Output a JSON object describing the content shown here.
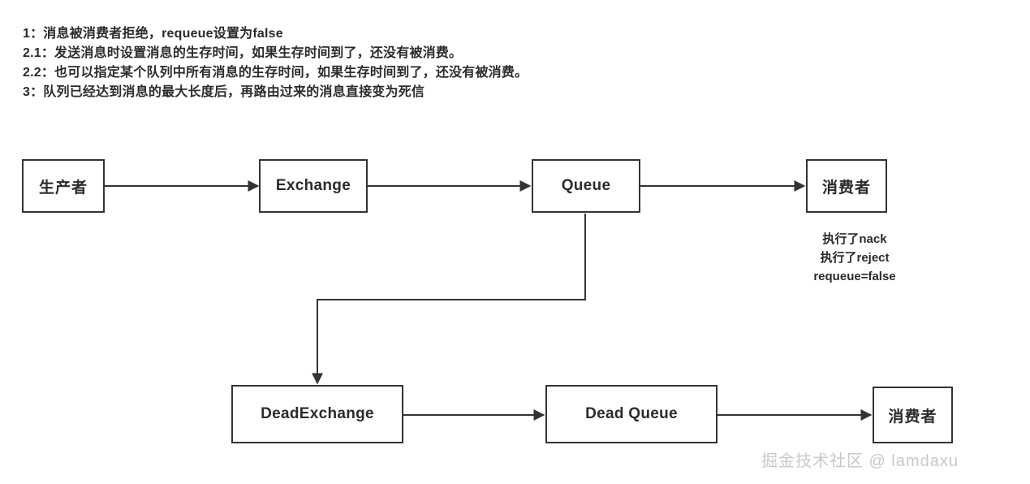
{
  "notes": {
    "lines": [
      "1：消息被消费者拒绝，requeue设置为false",
      "2.1：发送消息时设置消息的生存时间，如果生存时间到了，还没有被消费。",
      "2.2：也可以指定某个队列中所有消息的生存时间，如果生存时间到了，还没有被消费。",
      "3：队列已经达到消息的最大长度后，再路由过来的消息直接变为死信"
    ]
  },
  "diagram": {
    "nodes": {
      "producer": "生产者",
      "exchange": "Exchange",
      "queue": "Queue",
      "consumer_top": "消费者",
      "dead_exchange": "DeadExchange",
      "dead_queue": "Dead Queue",
      "consumer_bottom": "消费者"
    },
    "annotation": {
      "lines": [
        "执行了nack",
        "执行了reject",
        "requeue=false"
      ]
    },
    "colors": {
      "stroke": "#333333",
      "text": "#2b2b2b",
      "background": "#ffffff",
      "watermark": "#c9c9c9"
    }
  },
  "watermark": {
    "text": "掘金技术社区 @ lamdaxu"
  }
}
